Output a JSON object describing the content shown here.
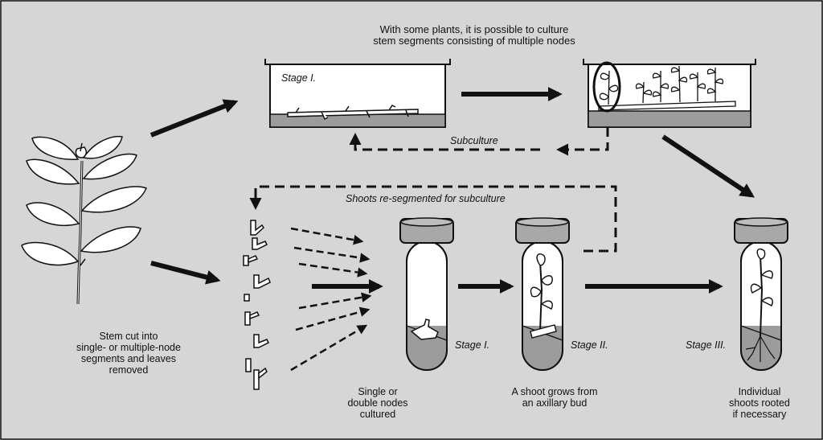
{
  "labels": {
    "top_note": [
      "With some plants, it is possible to culture",
      "stem segments consisting of multiple nodes"
    ],
    "stage_dish": "Stage I.",
    "subculture": "Subculture",
    "reseg": "Shoots re-segmented for subculture",
    "stem_cut": [
      "Stem cut into",
      "single- or multiple-node",
      "segments and leaves",
      "removed"
    ],
    "tube1_stage": "Stage I.",
    "tube2_stage": "Stage II.",
    "tube3_stage": "Stage III.",
    "tube1_caption": [
      "Single or",
      "double nodes",
      "cultured"
    ],
    "tube2_caption": [
      "A shoot grows from",
      "an axillary bud"
    ],
    "tube3_caption": [
      "Individual",
      "shoots rooted",
      "if necessary"
    ]
  },
  "colors": {
    "background": "#d6d6d6",
    "ink": "#111111",
    "medium": "#9c9c9c",
    "cap": "#a8a8a8",
    "leaf": "#ffffff"
  }
}
